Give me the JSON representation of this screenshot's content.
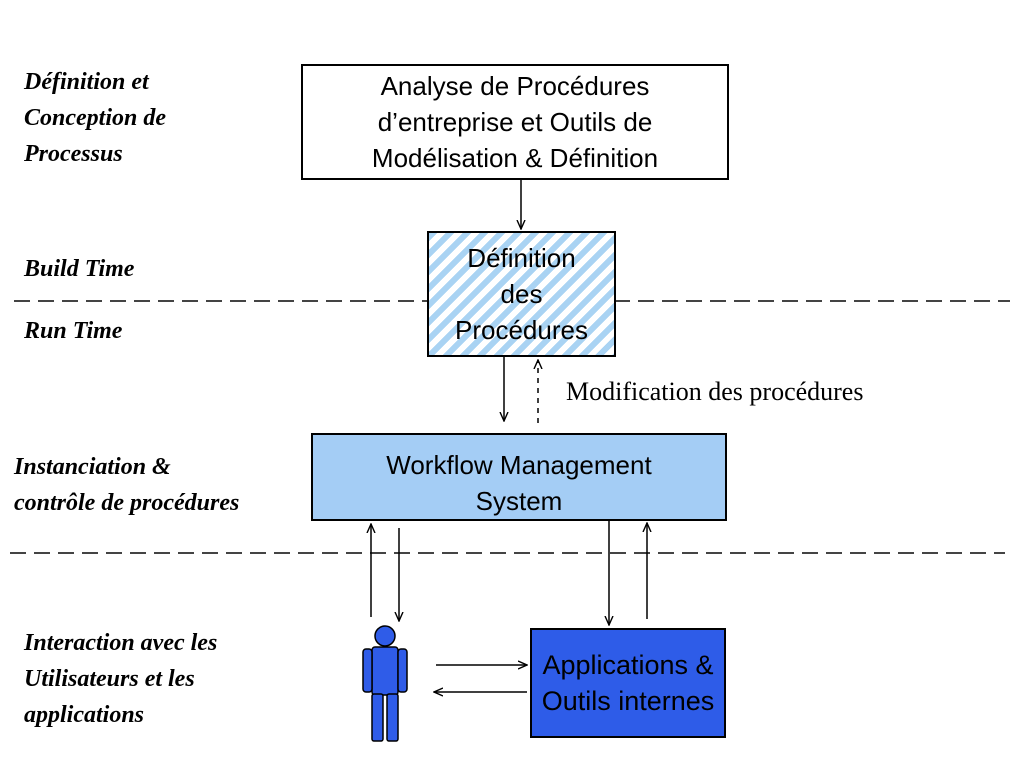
{
  "rows": {
    "definition": "Définition et\nConception de\nProcessus",
    "build_time": "Build Time",
    "run_time": "Run Time",
    "instanciation": "Instanciation &\ncontrôle de procédures",
    "interaction": "Interaction avec les\nUtilisateurs et les\napplications"
  },
  "boxes": {
    "analyse": "Analyse de Procédures\nd’entreprise et Outils de\nModélisation & Définition",
    "definition_procedures": "Définition\ndes\nProcédures",
    "wms": "Workflow Management\nSystem",
    "apps": "Applications &\nOutils internes"
  },
  "annotations": {
    "modification": "Modification des procédures"
  },
  "icons": {
    "user": "user-icon"
  },
  "colors": {
    "hatch_blue": "#a9d3f3",
    "wms_fill": "#a4cdf5",
    "apps_fill": "#2e5ce8",
    "user_fill": "#2f5ce8"
  }
}
